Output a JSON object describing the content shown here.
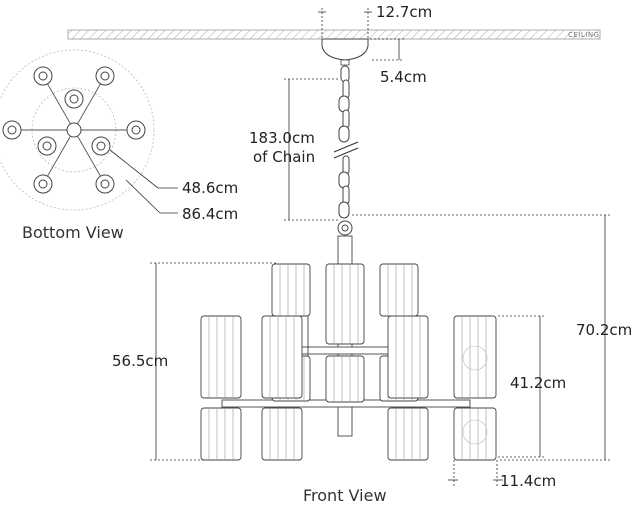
{
  "ceiling_label": "CEILING",
  "views": {
    "bottom": "Bottom View",
    "front": "Front View"
  },
  "dimensions": {
    "canopy_width": "12.7cm",
    "canopy_height": "5.4cm",
    "chain_length": "183.0cm",
    "chain_note": "of Chain",
    "inner_diameter": "48.6cm",
    "outer_diameter": "86.4cm",
    "upper_height": "56.5cm",
    "overall_height": "70.2cm",
    "lower_height": "41.2cm",
    "shade_width": "11.4cm"
  },
  "colors": {
    "line": "#444444",
    "dim_line": "#333333",
    "hatch": "#999999",
    "text": "#222222"
  }
}
